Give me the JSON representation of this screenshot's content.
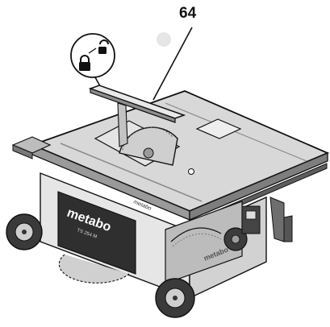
{
  "callouts": [
    {
      "label": "64"
    }
  ],
  "machine": {
    "brand_front": "metabo",
    "brand_table": "metabo",
    "model_label": "TS 254 M",
    "blade_side_text": "metabo"
  },
  "lock_icons": {
    "locked": "padlock-closed-icon",
    "unlocked": "padlock-open-icon"
  },
  "colors": {
    "line": "#111111",
    "table_top": "#d9d9d9",
    "table_edge": "#8a8a8a",
    "body_dark": "#3a3a3a",
    "body_mid": "#6e6e6e",
    "panel_light": "#e8e8e8",
    "shadow": "#bfbfbf"
  }
}
